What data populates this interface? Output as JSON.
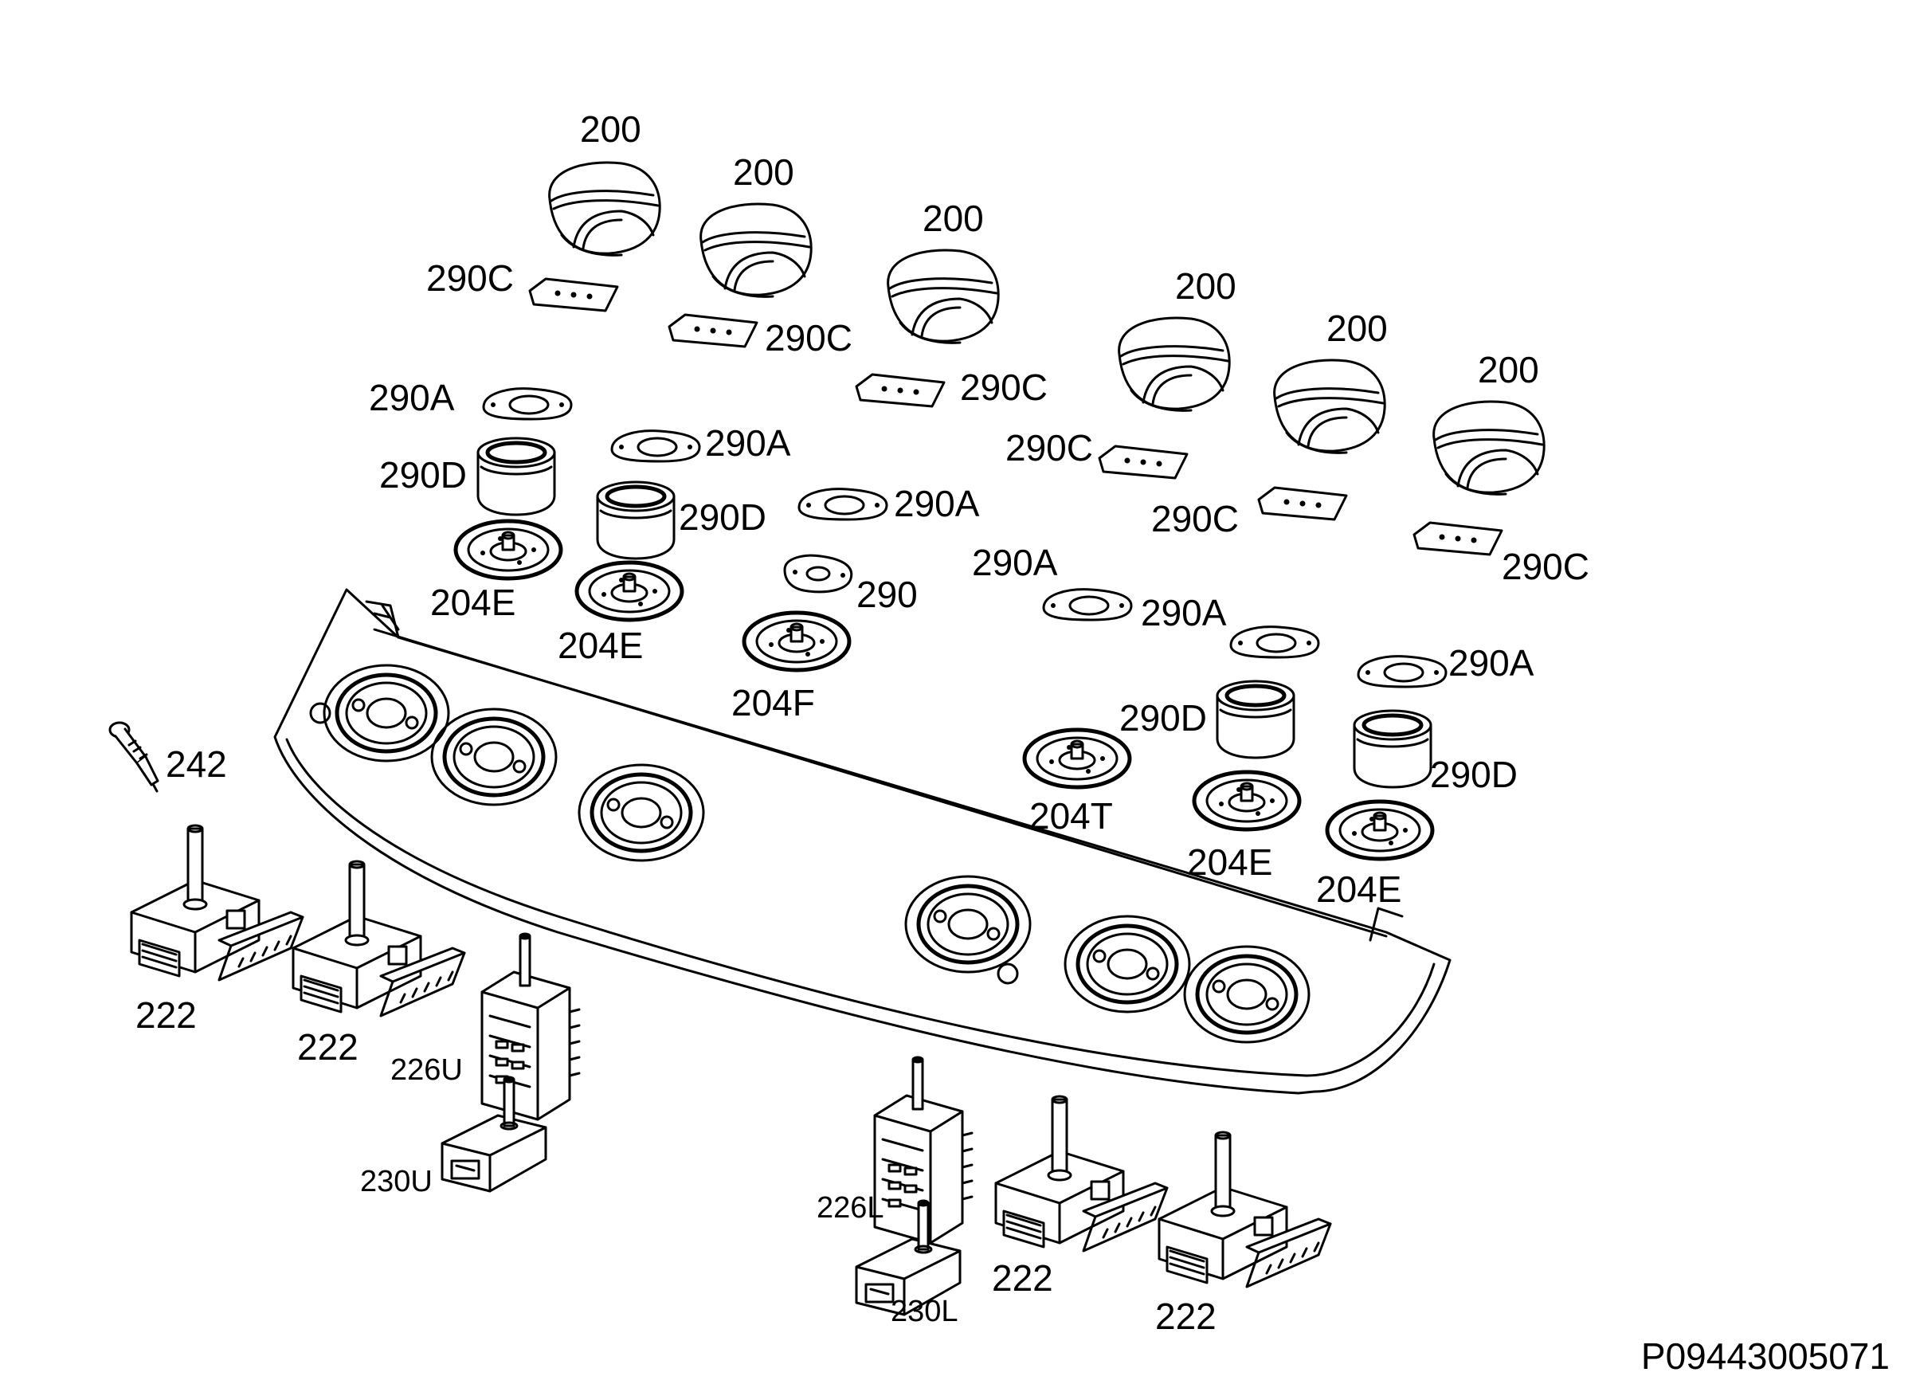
{
  "diagram": {
    "drawing_code": "P09443005071",
    "labels": {
      "knob": "200",
      "knob_plate": "290C",
      "ring_gasket": "290A",
      "bezel_ring": "290D",
      "small_gasket": "290",
      "disc_e": "204E",
      "disc_f": "204F",
      "disc_t": "204T",
      "igniter": "242",
      "energy_regulator": "222",
      "selector_upper": "226U",
      "thermostat_upper": "230U",
      "selector_lower": "226L",
      "thermostat_lower": "230L"
    }
  }
}
